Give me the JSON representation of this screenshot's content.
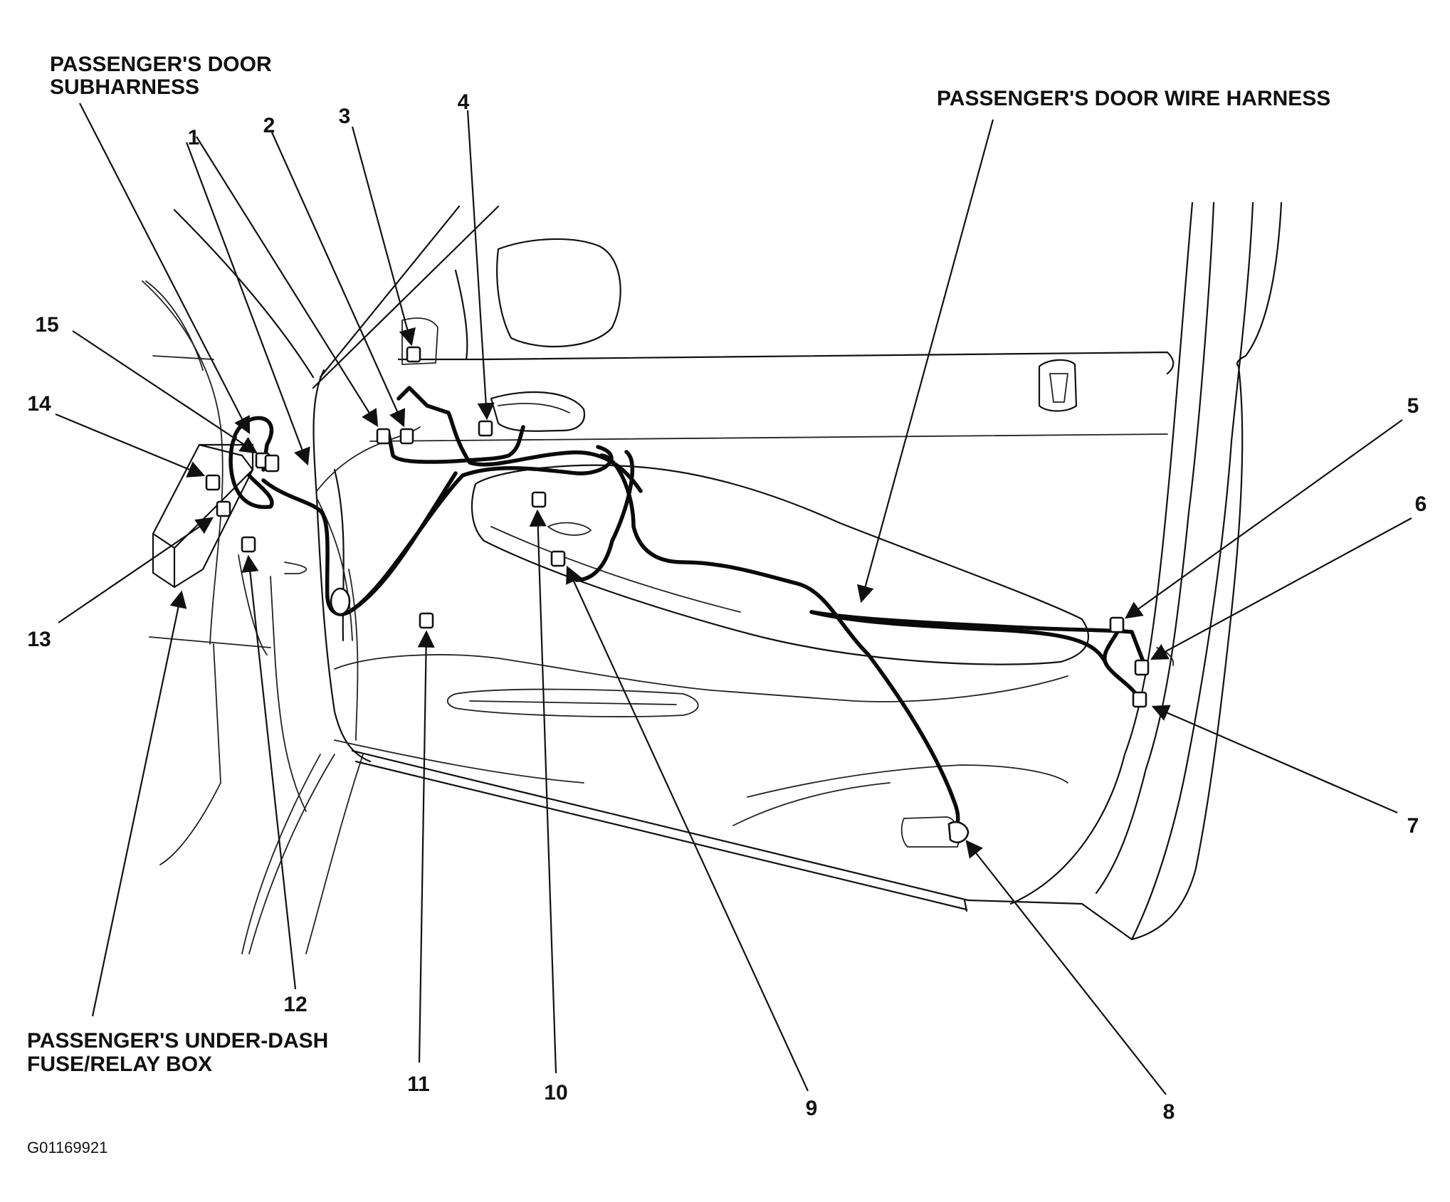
{
  "labels": {
    "door_subharness_line1": "PASSENGER'S DOOR",
    "door_subharness_line2": "SUBHARNESS",
    "door_wire_harness": "PASSENGER'S DOOR WIRE HARNESS",
    "fuse_box_line1": "PASSENGER'S UNDER-DASH",
    "fuse_box_line2": "FUSE/RELAY BOX"
  },
  "callouts": [
    "1",
    "2",
    "3",
    "4",
    "5",
    "6",
    "7",
    "8",
    "9",
    "10",
    "11",
    "12",
    "13",
    "14",
    "15"
  ],
  "figure_code": "G01169921"
}
